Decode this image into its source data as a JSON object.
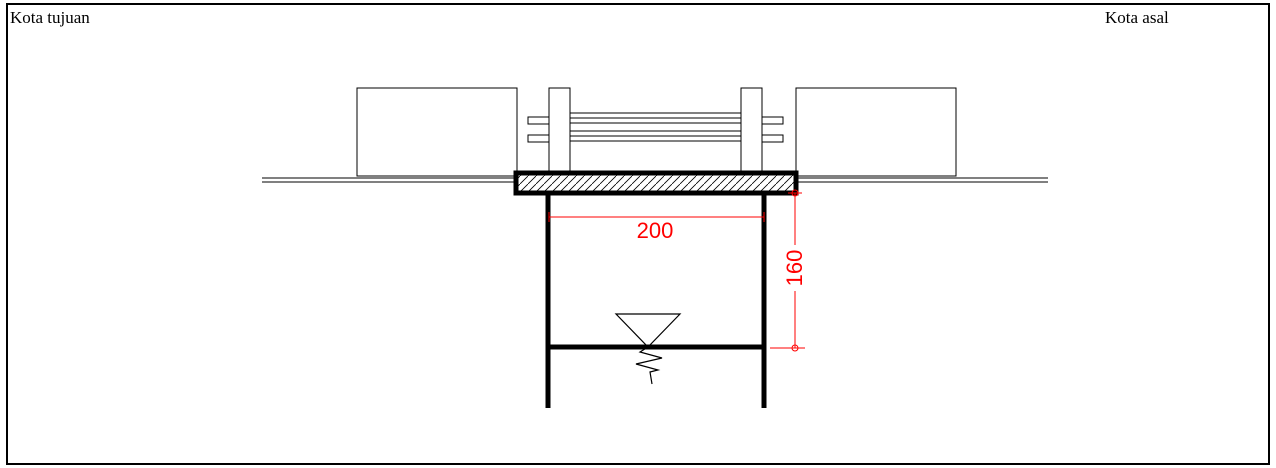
{
  "labels": {
    "destination": "Kota tujuan",
    "origin": "Kota asal"
  },
  "dimensions": {
    "width": "200",
    "depth": "160"
  },
  "colors": {
    "line": "#000000",
    "dimension": "#ff0000"
  }
}
